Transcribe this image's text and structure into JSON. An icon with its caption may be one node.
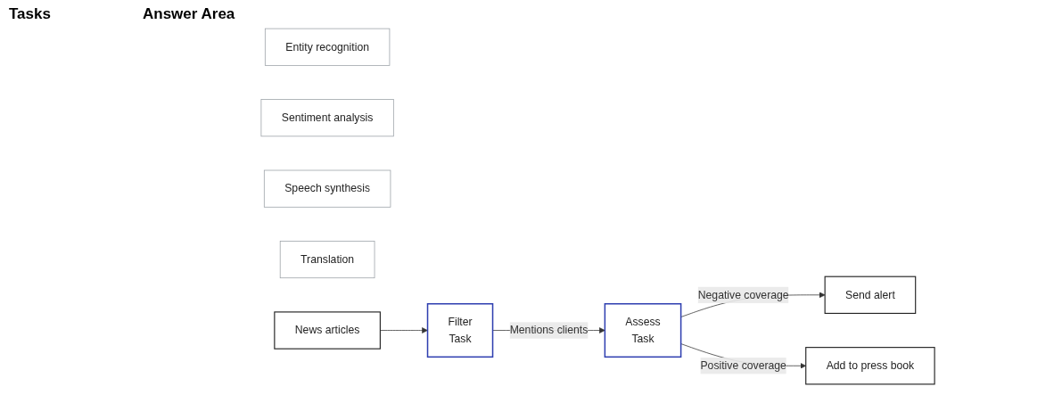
{
  "diagram": {
    "nodes": [
      {
        "text": [
          "Entity recognition"
        ]
      },
      {
        "text": [
          "Sentiment analysis"
        ]
      },
      {
        "text": [
          "Speech synthesis"
        ]
      },
      {
        "text": [
          "Translation"
        ]
      },
      {
        "text": [
          "News articles"
        ]
      },
      {
        "text": [
          "Filter",
          "Task"
        ]
      },
      {
        "text": [
          "Assess",
          "Task"
        ]
      },
      {
        "text": [
          "Send alert"
        ]
      },
      {
        "text": [
          "Add to press book"
        ]
      }
    ],
    "edges": [
      {
        "from": 4,
        "to": 5,
        "arrow": "to"
      },
      {
        "from": 5,
        "to": 6,
        "arrow": "to",
        "label": "Mentions clients"
      },
      {
        "from": 6,
        "to": 7,
        "arrow": "to",
        "label": "Negative coverage"
      },
      {
        "from": 6,
        "to": 8,
        "arrow": "to",
        "label": "Positive coverage"
      }
    ],
    "labels": [
      "Tasks",
      "Answer Area"
    ]
  }
}
